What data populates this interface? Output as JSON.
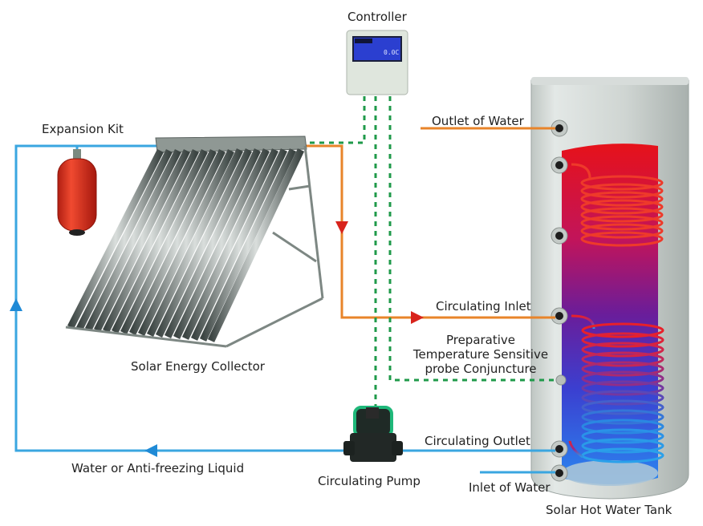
{
  "diagram": {
    "title": "Solar Water Heating System",
    "labels": {
      "controller": "Controller",
      "expansion_kit": "Expansion Kit",
      "solar_collector": "Solar Energy Collector",
      "outlet_of_water": "Outlet of Water",
      "circulating_inlet": "Circulating Inlet",
      "probe_line1": "Preparative",
      "probe_line2": "Temperature Sensitive",
      "probe_line3": "probe Conjuncture",
      "circulating_outlet": "Circulating Outlet",
      "inlet_of_water": "Inlet of Water",
      "circulating_pump": "Circulating Pump",
      "liquid": "Water or Anti-freezing Liquid",
      "tank": "Solar Hot Water Tank"
    },
    "components": [
      {
        "id": "controller",
        "icon": "controller-icon"
      },
      {
        "id": "expansion-kit",
        "icon": "expansion-tank-icon"
      },
      {
        "id": "solar-collector",
        "icon": "solar-collector-icon",
        "tube_count": 17
      },
      {
        "id": "circulating-pump",
        "icon": "pump-icon"
      },
      {
        "id": "hot-water-tank",
        "icon": "water-tank-icon",
        "coils": 2
      }
    ],
    "flows": [
      {
        "name": "hot-supply",
        "from": "solar-collector",
        "to": "circulating-inlet",
        "style": "solid",
        "direction": "down-then-right"
      },
      {
        "name": "cold-return",
        "from": "circulating-outlet",
        "to": "solar-collector",
        "style": "solid",
        "direction": "left-then-up",
        "via": [
          "circulating-pump",
          "expansion-kit"
        ]
      },
      {
        "name": "sensor-wire-collector",
        "from": "controller",
        "to": "solar-collector",
        "style": "dashed"
      },
      {
        "name": "sensor-wire-tank",
        "from": "controller",
        "to": "probe-conjuncture",
        "style": "dashed"
      },
      {
        "name": "pump-control-wire",
        "from": "controller",
        "to": "circulating-pump",
        "style": "dashed"
      }
    ],
    "colors": {
      "hot_pipe": "#e8842a",
      "cold_pipe": "#3aa6e0",
      "arrow_hot": "#d8241c",
      "arrow_cold": "#1f8ad6",
      "control_wire": "#1f9a4a",
      "tank_shell": "#c9cfcc",
      "tank_hot": "#e0141c",
      "tank_cold": "#2f7fe6",
      "expansion_tank": "#d8331f",
      "text": "#222222"
    }
  }
}
